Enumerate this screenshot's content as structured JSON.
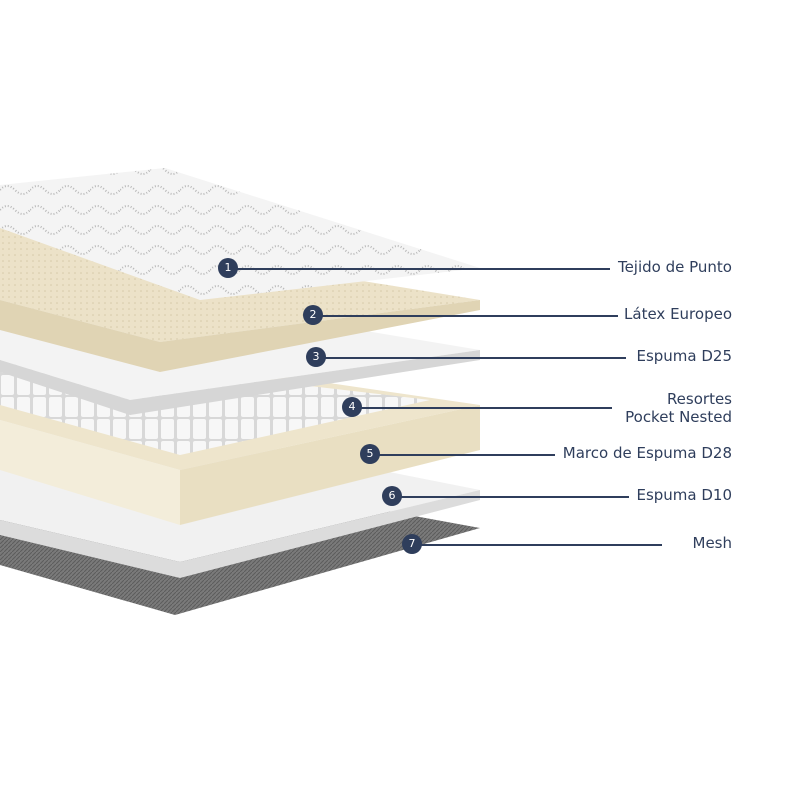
{
  "colors": {
    "accent": "#2f3e5c",
    "cream": "#efe7d2",
    "mesh": "#6e6e6e"
  },
  "layers": [
    {
      "number": "1",
      "label": "Tejido de Punto"
    },
    {
      "number": "2",
      "label": "Látex Europeo"
    },
    {
      "number": "3",
      "label": "Espuma D25"
    },
    {
      "number": "4",
      "label": "Resortes",
      "label2": "Pocket Nested"
    },
    {
      "number": "5",
      "label": "Marco de Espuma D28"
    },
    {
      "number": "6",
      "label": "Espuma D10"
    },
    {
      "number": "7",
      "label": "Mesh"
    }
  ]
}
